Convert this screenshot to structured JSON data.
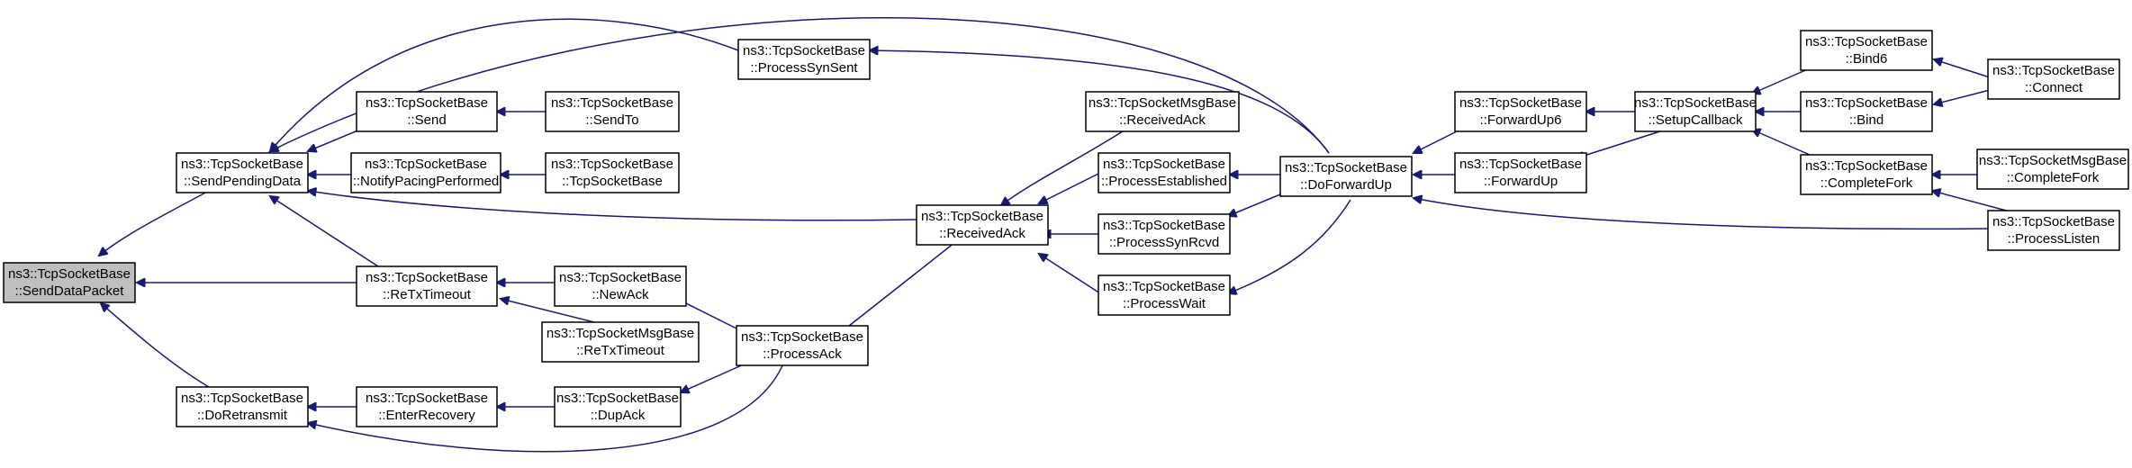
{
  "colors": {
    "edge": "#191970",
    "root_fill": "#bfbfbf",
    "node_fill": "#ffffff",
    "node_border": "#000000"
  },
  "nodes": {
    "send_data_packet": [
      "ns3::TcpSocketBase",
      "::SendDataPacket"
    ],
    "send_pending_data": [
      "ns3::TcpSocketBase",
      "::SendPendingData"
    ],
    "do_retransmit": [
      "ns3::TcpSocketBase",
      "::DoRetransmit"
    ],
    "process_syn_sent": [
      "ns3::TcpSocketBase",
      "::ProcessSynSent"
    ],
    "send": [
      "ns3::TcpSocketBase",
      "::Send"
    ],
    "send_to": [
      "ns3::TcpSocketBase",
      "::SendTo"
    ],
    "notify_pacing": [
      "ns3::TcpSocketBase",
      "::NotifyPacingPerformed"
    ],
    "tcp_socket_base_ctor": [
      "ns3::TcpSocketBase",
      "::TcpSocketBase"
    ],
    "retx_timeout": [
      "ns3::TcpSocketBase",
      "::ReTxTimeout"
    ],
    "new_ack": [
      "ns3::TcpSocketBase",
      "::NewAck"
    ],
    "msg_retx_timeout": [
      "ns3::TcpSocketMsgBase",
      "::ReTxTimeout"
    ],
    "enter_recovery": [
      "ns3::TcpSocketBase",
      "::EnterRecovery"
    ],
    "dup_ack": [
      "ns3::TcpSocketBase",
      "::DupAck"
    ],
    "process_ack": [
      "ns3::TcpSocketBase",
      "::ProcessAck"
    ],
    "received_ack": [
      "ns3::TcpSocketBase",
      "::ReceivedAck"
    ],
    "msg_received_ack": [
      "ns3::TcpSocketMsgBase",
      "::ReceivedAck"
    ],
    "process_established": [
      "ns3::TcpSocketBase",
      "::ProcessEstablished"
    ],
    "process_syn_rcvd": [
      "ns3::TcpSocketBase",
      "::ProcessSynRcvd"
    ],
    "process_wait": [
      "ns3::TcpSocketBase",
      "::ProcessWait"
    ],
    "do_forward_up": [
      "ns3::TcpSocketBase",
      "::DoForwardUp"
    ],
    "forward_up6": [
      "ns3::TcpSocketBase",
      "::ForwardUp6"
    ],
    "forward_up": [
      "ns3::TcpSocketBase",
      "::ForwardUp"
    ],
    "setup_callback": [
      "ns3::TcpSocketBase",
      "::SetupCallback"
    ],
    "bind6": [
      "ns3::TcpSocketBase",
      "::Bind6"
    ],
    "bind": [
      "ns3::TcpSocketBase",
      "::Bind"
    ],
    "complete_fork": [
      "ns3::TcpSocketBase",
      "::CompleteFork"
    ],
    "connect": [
      "ns3::TcpSocketBase",
      "::Connect"
    ],
    "msg_complete_fork": [
      "ns3::TcpSocketMsgBase",
      "::CompleteFork"
    ],
    "process_listen": [
      "ns3::TcpSocketBase",
      "::ProcessListen"
    ]
  }
}
